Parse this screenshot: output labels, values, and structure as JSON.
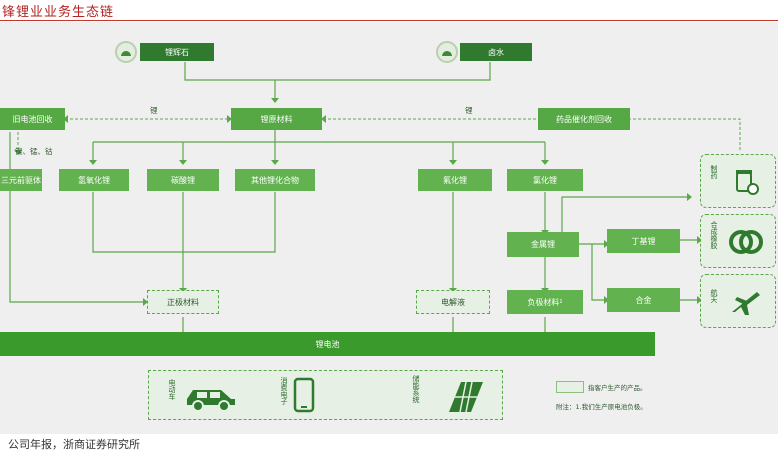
{
  "header": {
    "title": "锋锂业业务生态链"
  },
  "footer": {
    "source": "公司年报，浙商证券研究所"
  },
  "raw": {
    "spodumene": "锂辉石",
    "brine": "卤水"
  },
  "nodes": {
    "old_battery_recycle": "旧电池回收",
    "lithium_raw": "锂原材料",
    "catalyst_recycle": "药品催化剂回收",
    "precursor": "三元前驱体",
    "lioh": "氢氧化锂",
    "li2co3": "碳酸锂",
    "other_compounds": "其他锂化合物",
    "lif": "氟化锂",
    "licl": "氯化锂",
    "li_metal": "金属锂",
    "butyl_li": "丁基锂",
    "alloy": "合金",
    "cathode": "正极材料",
    "electrolyte": "电解液",
    "anode": "负极材料",
    "anode_sup": "1",
    "battery": "锂电池"
  },
  "edge_labels": {
    "li_left": "锂",
    "li_right": "锂",
    "ni_mn_co": "镍、锰、钴"
  },
  "side_panel": {
    "pharma": "制药",
    "tire": "合成橡胶",
    "aero": "航天"
  },
  "applications": {
    "ev": "电动车",
    "consumer": "消费电子",
    "storage": "储能系统"
  },
  "legend": {
    "customer_product": "指客户生产的产品。",
    "note": "附注：1.我们生产原电池负极。"
  },
  "colors": {
    "dark_green": "#2f7a2f",
    "mid_green": "#55a844",
    "bar_green": "#3a9b2c",
    "pale": "#e6f0e4"
  }
}
